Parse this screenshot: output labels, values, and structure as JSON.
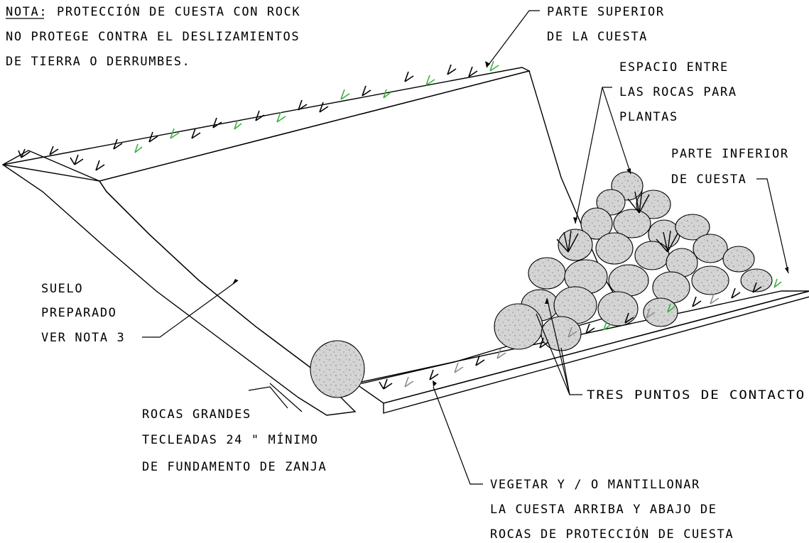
{
  "note": {
    "heading": "NOTA:",
    "line1": "PROTECCIÓN DE CUESTA CON ROCK",
    "line2": "NO PROTEGE CONTRA EL DESLIZAMIENTOS",
    "line3": "DE TIERRA O DERRUMBES."
  },
  "labels": {
    "top_slope": [
      "PARTE SUPERIOR",
      "DE LA CUESTA"
    ],
    "plant_spaces": [
      "ESPACIO ENTRE",
      "LAS ROCAS PARA",
      "PLANTAS"
    ],
    "bottom_slope": [
      "PARTE INFERIOR",
      "DE CUESTA"
    ],
    "prepared_soil": [
      "SUELO",
      "PREPARADO",
      "VER NOTA 3"
    ],
    "contact_points": [
      "TRES PUNTOS DE CONTACTO"
    ],
    "large_rocks": [
      "ROCAS GRANDES",
      "TECLEADAS 24 \" MÍNIMO",
      "DE FUNDAMENTO DE ZANJA"
    ],
    "vegetate": [
      "VEGETAR Y / O MANTILLONAR",
      "LA CUESTA ARRIBA Y ABAJO DE",
      "ROCAS DE PROTECCIÓN DE CUESTA"
    ]
  },
  "colors": {
    "line": "#000000",
    "rock_fill": "#d4d4d4",
    "grass_green": "#3cb043",
    "grass_gray": "#8c8c8c",
    "grass_black": "#000000"
  }
}
